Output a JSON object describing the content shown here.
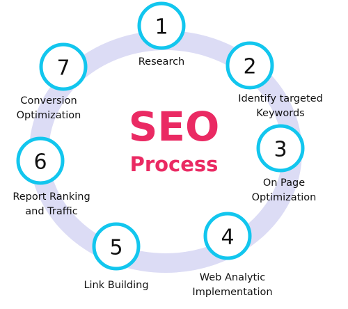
{
  "title": {
    "main": "SEO",
    "sub": "Process"
  },
  "colors": {
    "ring": "#dcdcf5",
    "circle_border": "#12c6ee",
    "title": "#ea2a63"
  },
  "steps": [
    {
      "number": "1",
      "label": [
        "Research"
      ]
    },
    {
      "number": "2",
      "label": [
        "Identify targeted",
        "Keywords"
      ]
    },
    {
      "number": "3",
      "label": [
        "On Page",
        "Optimization"
      ]
    },
    {
      "number": "4",
      "label": [
        "Web Analytic",
        "Implementation"
      ]
    },
    {
      "number": "5",
      "label": [
        "Link Building"
      ]
    },
    {
      "number": "6",
      "label": [
        "Report Ranking",
        "and Traffic"
      ]
    },
    {
      "number": "7",
      "label": [
        "Conversion",
        "Optimization"
      ]
    }
  ]
}
